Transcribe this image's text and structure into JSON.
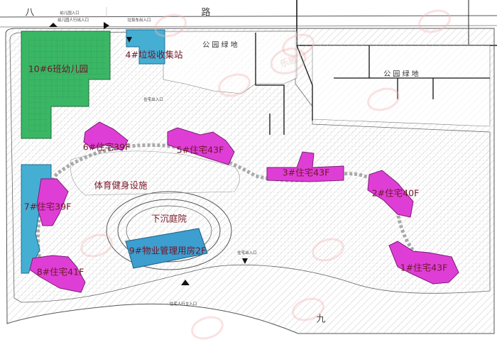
{
  "roads": {
    "north_left": "八",
    "north_right": "路",
    "south": "九"
  },
  "parks": {
    "north": "公 园 绿 地",
    "east": "公 园 绿 地"
  },
  "areas": {
    "sports": "体育健身设施",
    "courtyard": "下沉庭院"
  },
  "buildings": {
    "kindergarten": "10#6班幼儿园",
    "garbage": "4#垃圾收集站",
    "b6": "6#住宅39F",
    "b5": "5#住宅43F",
    "b3": "3#住宅43F",
    "b2": "2#住宅40F",
    "b7": "7#住宅39F",
    "b8": "8#住宅41F",
    "b1": "1#住宅43F",
    "b9": "9#物业管理用房2F"
  },
  "small_labels": {
    "kg_entrance": "幼儿园入口",
    "kg_pedestrian": "幼儿园人行出入口",
    "garbage_entrance": "垃圾车出入口",
    "south_entrance": "住宅人行主入口",
    "east_entrance": "住宅出入口",
    "north_entrance": "住宅出入口"
  },
  "watermark": "乐居",
  "colors": {
    "kindergarten": "#3ab765",
    "garbage": "#45aed3",
    "residential": "#df3ed6",
    "management": "#3d9ed0",
    "label": "#7a1626"
  }
}
